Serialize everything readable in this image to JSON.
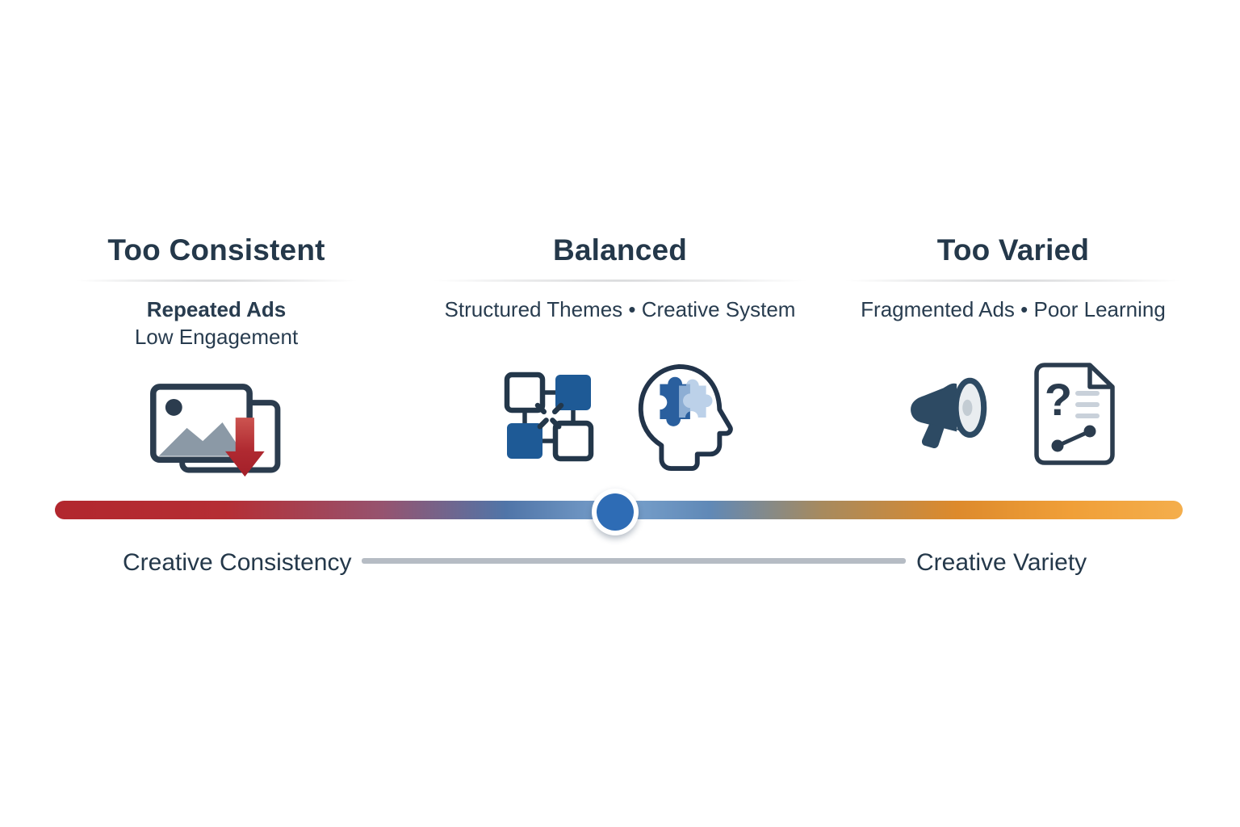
{
  "page": {
    "background": "#ffffff",
    "text_color": "#24384a"
  },
  "columns": [
    {
      "title": "Too Consistent",
      "line1": "Repeated Ads",
      "line2": "Low Engagement",
      "icons": [
        "repeated-ads-image-icon"
      ]
    },
    {
      "title": "Balanced",
      "line1": "Structured Themes • Creative System",
      "icons": [
        "network-structure-icon",
        "head-puzzle-icon"
      ]
    },
    {
      "title": "Too Varied",
      "line1": "Fragmented Ads • Poor Learning",
      "icons": [
        "megaphone-icon",
        "question-document-icon"
      ]
    }
  ],
  "slider": {
    "position_percent": 49.7,
    "knob_color": "#2e6cb5",
    "gradient_stops": [
      "#b2272e 0%",
      "#b52e34 15%",
      "#96536f 29%",
      "#5075a8 40%",
      "#7aa2cd 50%",
      "#6089b7 58%",
      "#a78a5e 68%",
      "#dd8a2c 80%",
      "#f09f38 90%",
      "#f4ae4c 100%"
    ]
  },
  "axis": {
    "left_label": "Creative Consistency",
    "right_label": "Creative Variety",
    "line_color": "#b6bcc4"
  },
  "icon_colors": {
    "navy_outline": "#2b3c4e",
    "blue_fill": "#1e5a96",
    "light_blue": "#a9c4e3",
    "red_arrow_top": "#cc5450",
    "red_arrow_bottom": "#a31f29",
    "gray_mountain": "#8b99a6",
    "megaphone_navy": "#2d4a63",
    "doc_line_gray": "#c9d1da"
  }
}
